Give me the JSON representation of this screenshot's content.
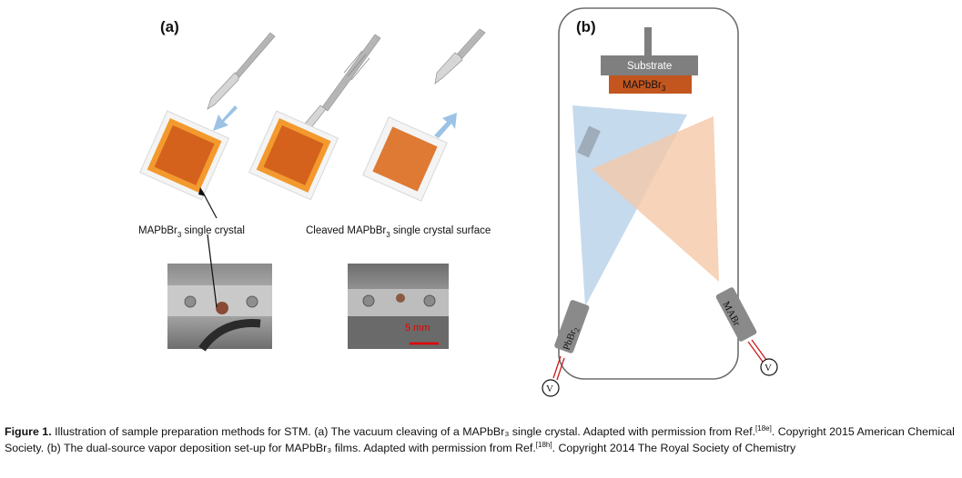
{
  "panel_a": {
    "label": "(a)",
    "crystal_label_main": "MAPbBr",
    "crystal_label_sub": "3",
    "crystal_label_tail": " single crystal",
    "cleaved_label_main": "Cleaved MAPbBr",
    "cleaved_label_sub": "3",
    "cleaved_label_tail": " single crystal surface",
    "scale_bar_label": "5 mm"
  },
  "panel_b": {
    "label": "(b)",
    "substrate_label": "Substrate",
    "film_label_main": "MAPbBr",
    "film_label_sub": "3",
    "source_left_main": "PbBr",
    "source_left_sub": "2",
    "source_right_label": "MABr",
    "voltmeter_label": "V"
  },
  "colors": {
    "crystal_orange": "#e8781c",
    "crystal_dark": "#c8561a",
    "film_color": "#c2561e",
    "blue_cone": "#bcd4ea",
    "orange_cone": "#f4c8a8",
    "substrate_gray": "#7f7f7f"
  },
  "caption": {
    "bold_prefix": "Figure 1.",
    "part1": " Illustration of sample preparation methods for STM. (a) The vacuum cleaving of a MAPbBr₃ single crystal. Adapted with permission from Ref.",
    "ref1": "[18e]",
    "part2": ". Copyright 2015 American Chemical Society. (b) The dual-source vapor deposition set-up for MAPbBr₃ films. Adapted with permission from Ref.",
    "ref2": "[18h]",
    "part3": ". Copyright 2014 The Royal Society of Chemistry"
  }
}
